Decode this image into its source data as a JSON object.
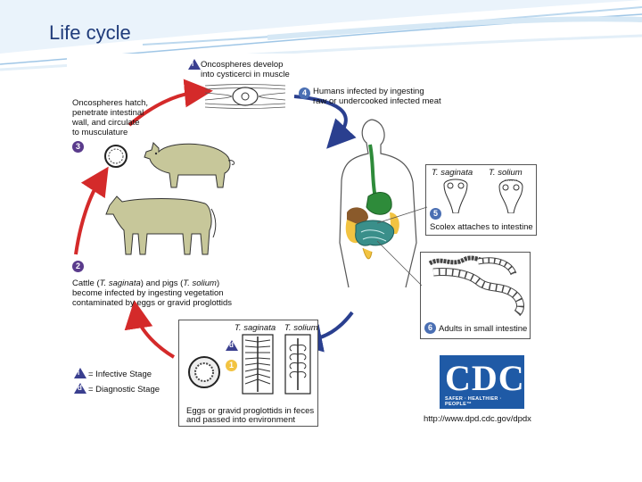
{
  "slide": {
    "title": "Life cycle"
  },
  "diagram": {
    "step1_label": "Oncospheres develop into cysticerci in muscle",
    "step1_line1": "Oncospheres develop",
    "step1_line2": "into cysticerci in muscle",
    "step4_line1": "Humans infected by ingesting",
    "step4_line2": "raw or undercooked infected meat",
    "step3_line1": "Oncospheres hatch,",
    "step3_line2": "penetrate intestinal",
    "step3_line3": "wall, and circulate",
    "step3_line4": "to musculature",
    "step2_line1_a": "Cattle (",
    "step2_line1_b": "T. saginata",
    "step2_line1_c": ") and pigs (",
    "step2_line1_d": "T. solium",
    "step2_line1_e": ")",
    "step2_line2": "become infected by ingesting vegetation",
    "step2_line3": "contaminated by eggs or gravid proglottids",
    "step5_label": "Scolex attaches to intestine",
    "step6_label": "Adults in small intestine",
    "step1b_line1": "Eggs or gravid proglottids in feces",
    "step1b_line2": "and passed into environment",
    "species_saginata": "T. saginata",
    "species_solium": "T. solium",
    "legend_infective": "= Infective Stage",
    "legend_diagnostic": "= Diagnostic Stage",
    "cdc_logo": "CDC",
    "cdc_tagline": "SAFER · HEALTHIER · PEOPLE™",
    "url": "http://www.dpd.cdc.gov/dpdx",
    "nums": {
      "n1": "1",
      "n2": "2",
      "n3": "3",
      "n4": "4",
      "n5": "5",
      "n6": "6"
    },
    "marks": {
      "i": "i",
      "d": "d"
    }
  },
  "colors": {
    "red_arrow": "#d42a2a",
    "blue_arrow": "#2a3f8f",
    "cdc_blue": "#1f5aa6",
    "animal": "#c7c79a"
  }
}
